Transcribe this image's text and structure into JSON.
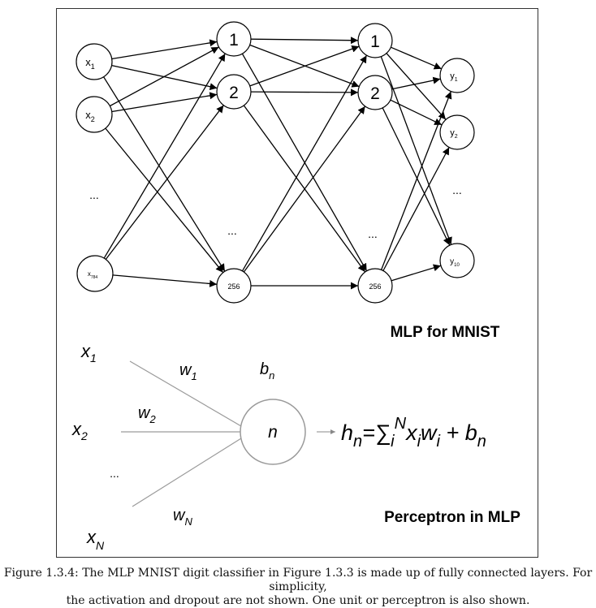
{
  "mlp": {
    "input_labels": [
      {
        "base": "x",
        "sub": "1"
      },
      {
        "base": "x",
        "sub": "2"
      },
      {
        "base": "x",
        "sub": "784"
      }
    ],
    "hidden1_labels": [
      "1",
      "2",
      "256"
    ],
    "hidden2_labels": [
      "1",
      "2",
      "256"
    ],
    "output_labels": [
      {
        "base": "y",
        "sub": "1"
      },
      {
        "base": "y",
        "sub": "2"
      },
      {
        "base": "y",
        "sub": "10"
      }
    ],
    "ellipsis": "...",
    "title": "MLP for MNIST"
  },
  "perceptron": {
    "inputs": [
      {
        "base": "x",
        "sub": "1"
      },
      {
        "base": "x",
        "sub": "2"
      },
      {
        "base": "x",
        "sub": "N"
      }
    ],
    "weights": [
      {
        "base": "w",
        "sub": "1"
      },
      {
        "base": "w",
        "sub": "2"
      },
      {
        "base": "w",
        "sub": "N"
      }
    ],
    "bias": {
      "base": "b",
      "sub": "n"
    },
    "node_label": "n",
    "ellipsis": "...",
    "formula": "hn=∑iNxiwi + bn",
    "title": "Perceptron in MLP"
  },
  "caption": {
    "line1": "Figure 1.3.4: The MLP MNIST digit classifier in Figure 1.3.3 is made up of fully connected layers. For simplicity,",
    "line2": "the activation and dropout are not shown. One unit or perceptron is also shown."
  },
  "colors": {
    "stroke": "#000000",
    "perceptron_line": "#9a9a9a",
    "text": "#111111"
  }
}
